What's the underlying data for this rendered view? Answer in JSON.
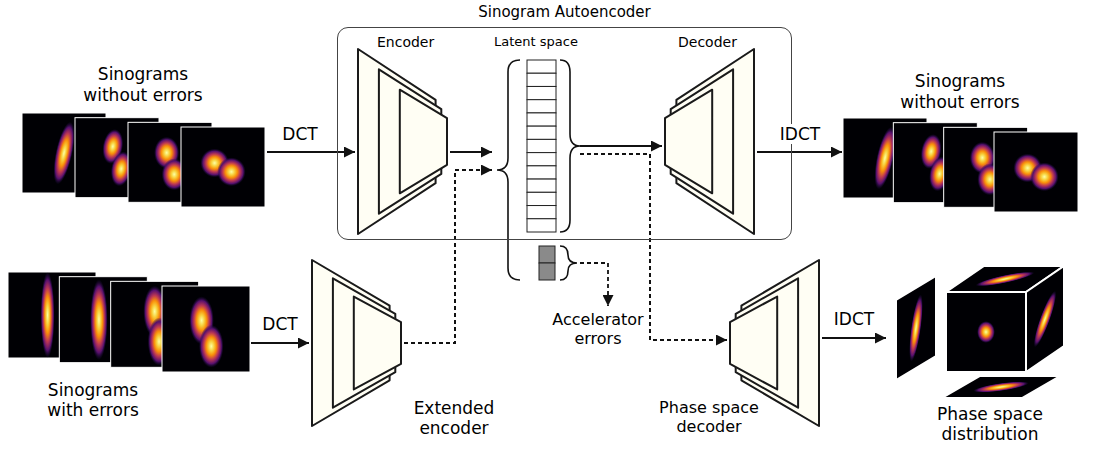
{
  "diagram": {
    "nodes": [
      {
        "text": [
          "Sinogram Autoencoder"
        ]
      },
      {
        "text": [
          "Encoder"
        ],
        "in": 0
      },
      {
        "text": [
          "Latent space"
        ],
        "in": 0
      },
      {
        "text": [
          "Decoder"
        ],
        "in": 0
      },
      {
        "text": [
          "Sinograms without errors"
        ]
      },
      {
        "text": [
          "Sinograms without errors"
        ]
      },
      {
        "text": [
          "Sinograms with errors"
        ]
      },
      {
        "text": [
          "Extended encoder"
        ]
      },
      {
        "text": [
          "Phase space decoder"
        ]
      },
      {
        "text": [
          "Phase space distribution"
        ]
      }
    ],
    "edges": [
      {
        "from": 4,
        "to": 1,
        "arrow": "to",
        "label": "DCT"
      },
      {
        "from": 1,
        "to": 2,
        "arrow": "to"
      },
      {
        "from": 2,
        "to": 3,
        "arrow": "to"
      },
      {
        "from": 3,
        "to": 5,
        "arrow": "to",
        "label": "IDCT"
      },
      {
        "from": 6,
        "to": 7,
        "arrow": "to",
        "label": "DCT"
      },
      {
        "from": 7,
        "to": 2,
        "arrow": "to"
      },
      {
        "from": 2,
        "to": 8,
        "arrow": "to"
      },
      {
        "from": 8,
        "to": 9,
        "arrow": "to",
        "label": "IDCT"
      }
    ],
    "labels": [
      "Accelerator errors"
    ]
  }
}
